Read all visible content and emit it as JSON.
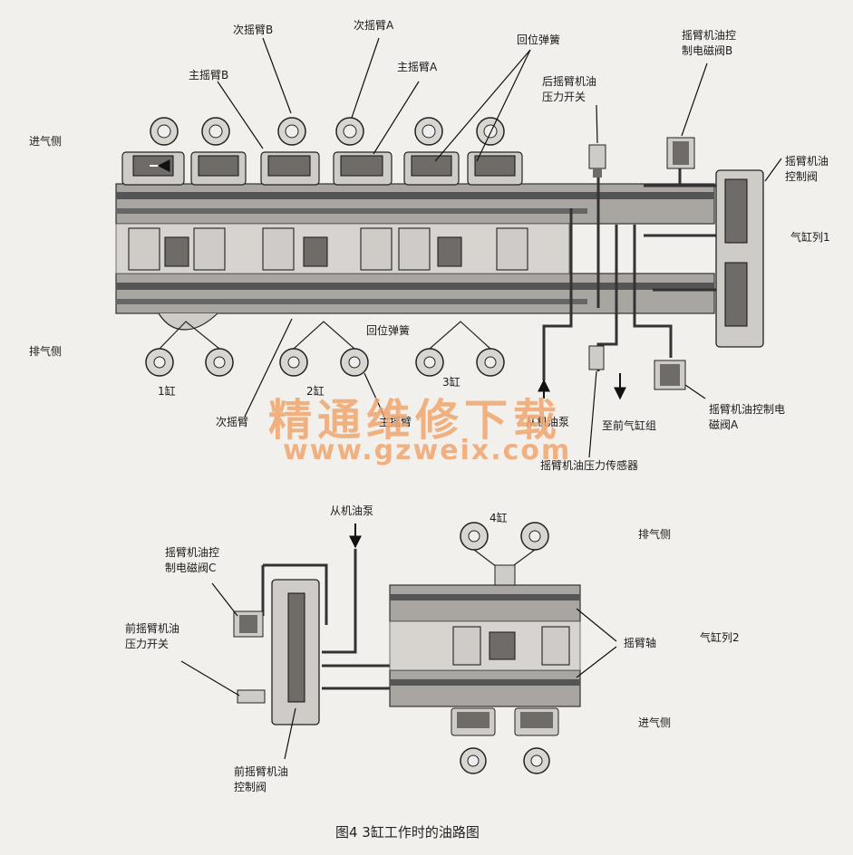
{
  "top": {
    "labels": {
      "secondary_rocker_b": "次摇臂B",
      "secondary_rocker_a": "次摇臂A",
      "main_rocker_b": "主摇臂B",
      "main_rocker_a": "主摇臂A",
      "return_spring_top": "回位弹簧",
      "rear_pressure_switch_l1": "后摇臂机油",
      "rear_pressure_switch_l2": "压力开关",
      "solenoid_b_l1": "摇臂机油控",
      "solenoid_b_l2": "制电磁阀B",
      "control_valve_l1": "摇臂机油",
      "control_valve_l2": "控制阀",
      "intake_side": "进气侧",
      "bank1": "气缸列1",
      "exhaust_side": "排气侧",
      "return_spring_mid": "回位弹簧",
      "cyl1": "1缸",
      "cyl2": "2缸",
      "cyl3": "3缸",
      "secondary_rocker": "次摇臂",
      "main_rocker": "主摇臂",
      "from_oil_pump": "从机油泵",
      "to_front_bank": "至前气缸组",
      "solenoid_a_l1": "摇臂机油控制电",
      "solenoid_a_l2": "磁阀A",
      "pressure_sensor": "摇臂机油压力传感器"
    }
  },
  "bottom": {
    "labels": {
      "from_oil_pump": "从机油泵",
      "cyl4": "4缸",
      "exhaust_side": "排气侧",
      "solenoid_c_l1": "摇臂机油控",
      "solenoid_c_l2": "制电磁阀C",
      "front_pressure_switch_l1": "前摇臂机油",
      "front_pressure_switch_l2": "压力开关",
      "rocker_shaft": "摇臂轴",
      "bank2": "气缸列2",
      "intake_side": "进气侧",
      "front_control_valve_l1": "前摇臂机油",
      "front_control_valve_l2": "控制阀"
    }
  },
  "watermark": {
    "cn": "精通维修下载",
    "url": "www.gzweix.com"
  },
  "caption": "图4   3缸工作时的油路图"
}
